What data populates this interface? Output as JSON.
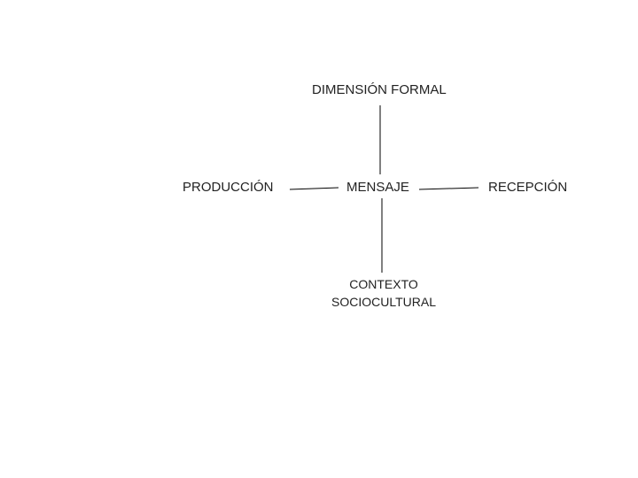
{
  "diagram": {
    "nodes": {
      "top": "DIMENSIÓN FORMAL",
      "left": "PRODUCCIÓN",
      "center": "MENSAJE",
      "right": "RECEPCIÓN",
      "bottom_line1": "CONTEXTO",
      "bottom_line2": "SOCIOCULTURAL"
    },
    "connections": [
      [
        "MENSAJE",
        "DIMENSIÓN FORMAL"
      ],
      [
        "MENSAJE",
        "PRODUCCIÓN"
      ],
      [
        "MENSAJE",
        "RECEPCIÓN"
      ],
      [
        "MENSAJE",
        "CONTEXTO SOCIOCULTURAL"
      ]
    ]
  }
}
